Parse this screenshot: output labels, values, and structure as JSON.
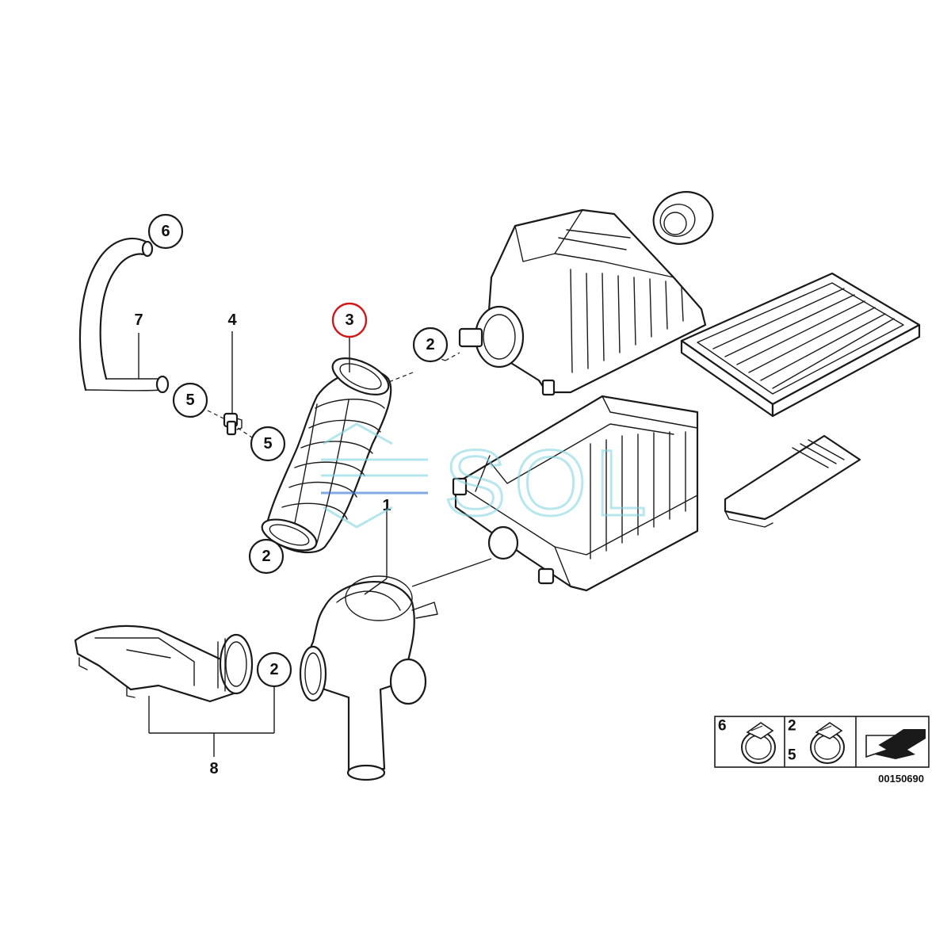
{
  "callouts": {
    "c6": "6",
    "c7": "7",
    "c4": "4",
    "c3": "3",
    "c2_top": "2",
    "c5_upper": "5",
    "c5_lower": "5",
    "c2_left": "2",
    "c1": "1",
    "c2_bottom": "2",
    "c8": "8"
  },
  "legend": {
    "cell1_numbers": [
      "6"
    ],
    "cell2_numbers": [
      "2",
      "5"
    ]
  },
  "document_number": "00150690",
  "watermark": "SOL",
  "colors": {
    "line": "#1a1a1a",
    "highlight_circle": "#d01818",
    "watermark_teal": "#7fd3e0",
    "watermark_blue": "#2f6fd0"
  },
  "icons": [
    "hose-clamp-icon",
    "arrow-pointer-icon"
  ]
}
